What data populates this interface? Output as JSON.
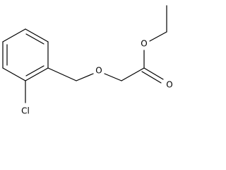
{
  "molecule": {
    "atoms": {
      "chlorine": "Cl",
      "ether_oxygen": "O",
      "ester_oxygen": "O",
      "carbonyl_oxygen": "O"
    }
  }
}
